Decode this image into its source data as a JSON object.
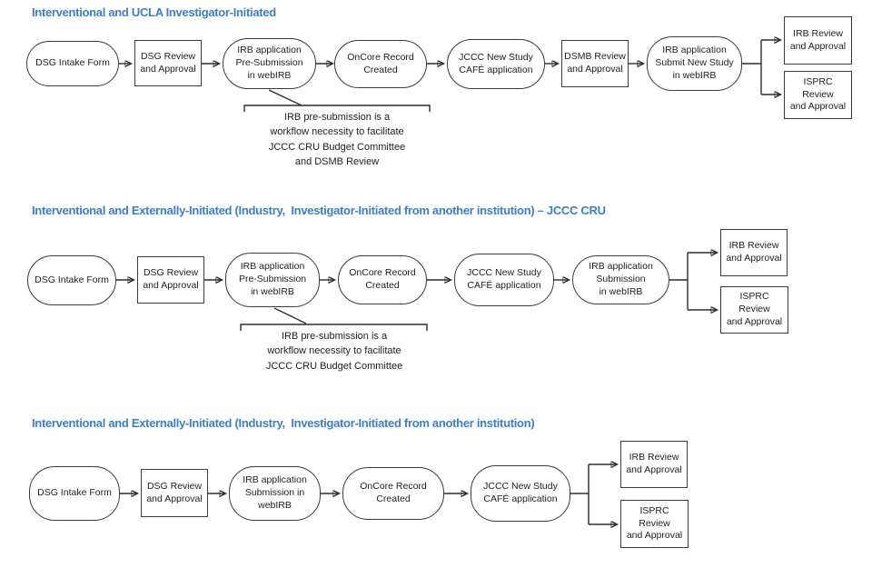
{
  "accent_color": "#3E7EC1",
  "sections": [
    {
      "title": "Interventional and UCLA Investigator-Initiated",
      "nodes": [
        {
          "label": "DSG Intake Form",
          "shape": "terminator"
        },
        {
          "label": "DSG Review\nand Approval",
          "shape": "process"
        },
        {
          "label": "IRB application\nPre-Submission\nin webIRB",
          "shape": "terminator"
        },
        {
          "label": "OnCore Record\nCreated",
          "shape": "terminator"
        },
        {
          "label": "JCCC New Study\nCAFÉ application",
          "shape": "terminator"
        },
        {
          "label": "DSMB Review\nand Approval",
          "shape": "process"
        },
        {
          "label": "IRB application\nSubmit New Study\nin webIRB",
          "shape": "terminator"
        },
        {
          "label": "IRB Review\nand Approval",
          "shape": "process"
        },
        {
          "label": "ISPRC Review\nand Approval",
          "shape": "process"
        }
      ],
      "note": "IRB pre-submission is a\nworkflow necessity to facilitate\nJCCC CRU Budget Committee\nand DSMB Review"
    },
    {
      "title": "Interventional and Externally-Initiated (Industry,  Investigator-Initiated from another institution) – JCCC CRU",
      "nodes": [
        {
          "label": "DSG Intake Form",
          "shape": "terminator"
        },
        {
          "label": "DSG Review\nand Approval",
          "shape": "process"
        },
        {
          "label": "IRB application\nPre-Submission\nin webIRB",
          "shape": "terminator"
        },
        {
          "label": "OnCore Record\nCreated",
          "shape": "terminator"
        },
        {
          "label": "JCCC New Study\nCAFÉ application",
          "shape": "terminator"
        },
        {
          "label": "IRB application\nSubmission\nin webIRB",
          "shape": "terminator"
        },
        {
          "label": "IRB Review\nand Approval",
          "shape": "process"
        },
        {
          "label": "ISPRC Review\nand Approval",
          "shape": "process"
        }
      ],
      "note": "IRB pre-submission is a\nworkflow necessity to facilitate\nJCCC CRU Budget Committee"
    },
    {
      "title": "Interventional and Externally-Initiated (Industry,  Investigator-Initiated from another institution)",
      "nodes": [
        {
          "label": "DSG Intake Form",
          "shape": "terminator"
        },
        {
          "label": "DSG Review\nand Approval",
          "shape": "process"
        },
        {
          "label": "IRB application\nSubmission in\nwebIRB",
          "shape": "terminator"
        },
        {
          "label": "OnCore Record\nCreated",
          "shape": "terminator"
        },
        {
          "label": "JCCC New Study\nCAFÉ application",
          "shape": "terminator"
        },
        {
          "label": "IRB Review\nand Approval",
          "shape": "process"
        },
        {
          "label": "ISPRC Review\nand Approval",
          "shape": "process"
        }
      ]
    }
  ]
}
